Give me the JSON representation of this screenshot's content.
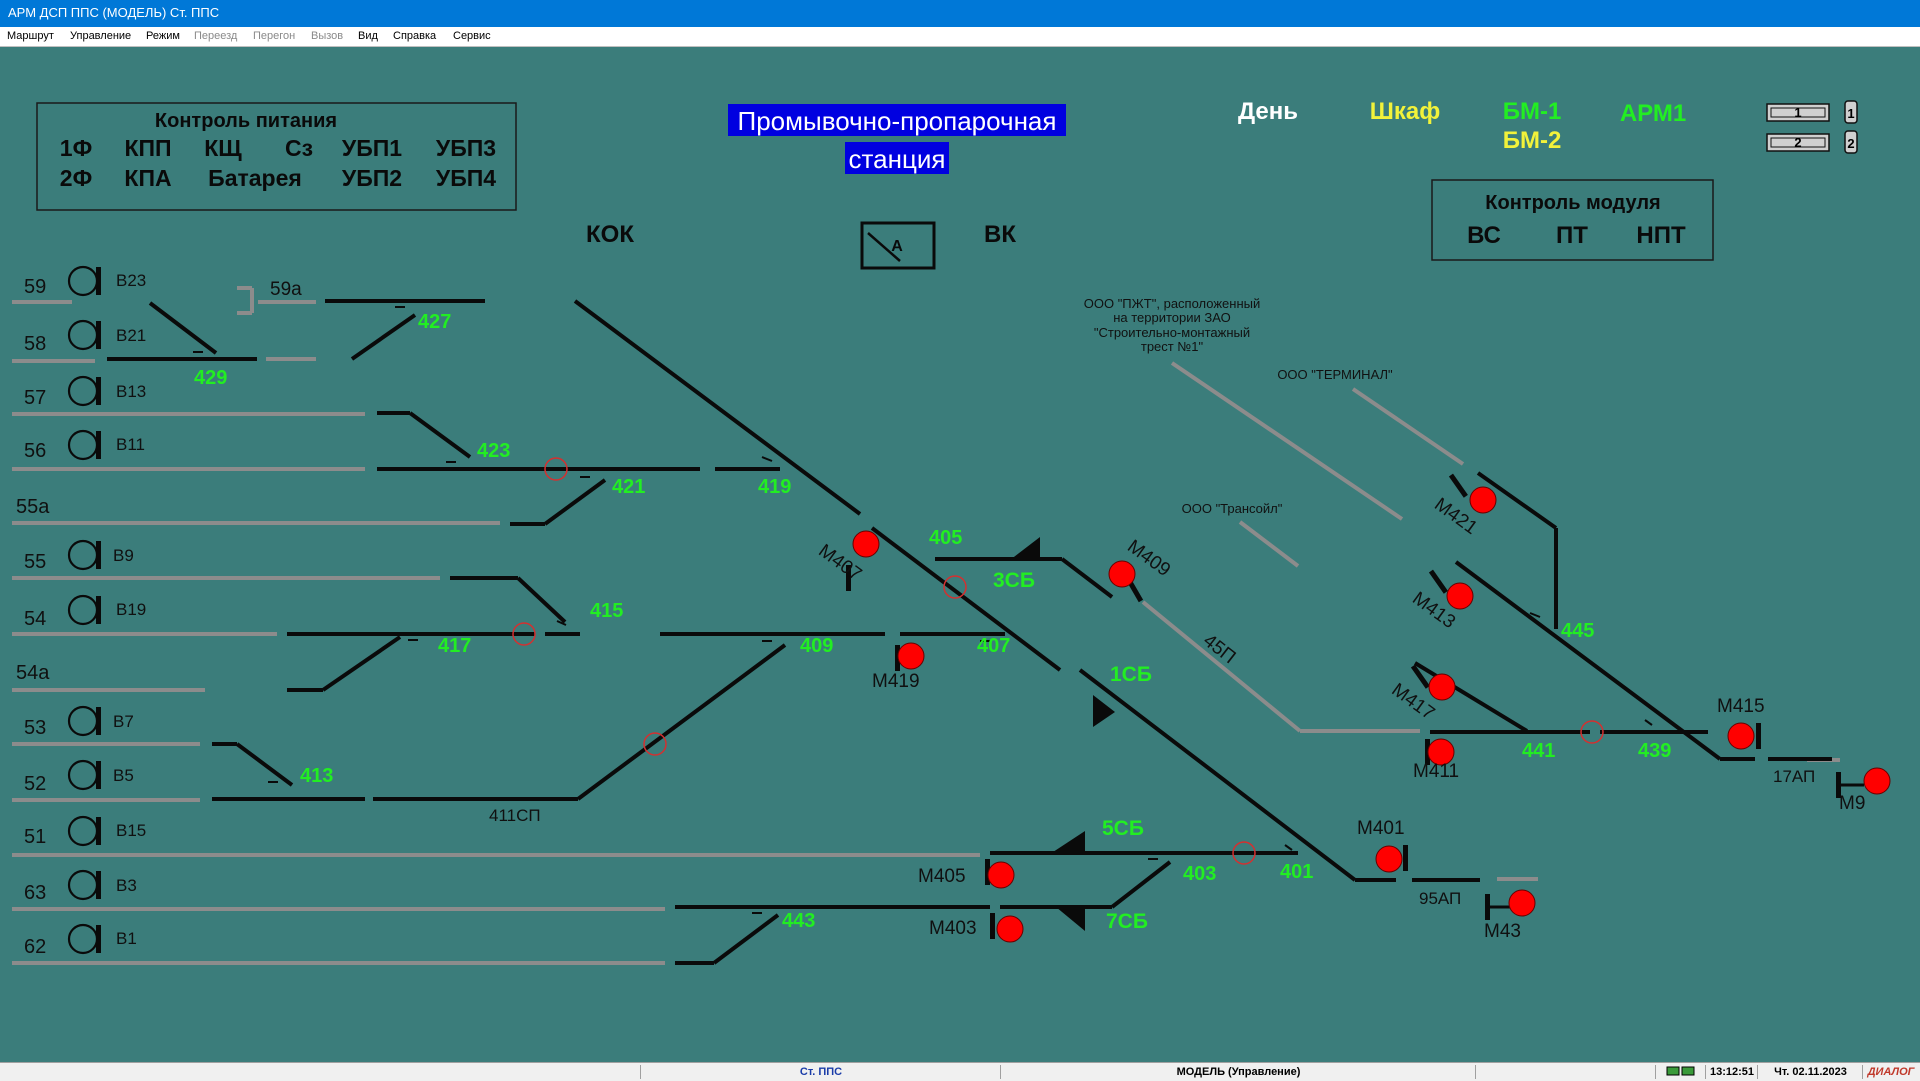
{
  "window": {
    "title": "АРМ ДСП ППС (МОДЕЛЬ) Ст. ППС"
  },
  "menu": [
    {
      "label": "Маршрут",
      "enabled": true
    },
    {
      "label": "Управление",
      "enabled": true
    },
    {
      "label": "Режим",
      "enabled": true
    },
    {
      "label": "Переезд",
      "enabled": false
    },
    {
      "label": "Перегон",
      "enabled": false
    },
    {
      "label": "Вызов",
      "enabled": false
    },
    {
      "label": "Вид",
      "enabled": true
    },
    {
      "label": "Справка",
      "enabled": true
    },
    {
      "label": "Сервис",
      "enabled": true
    }
  ],
  "colors": {
    "background": "#3b7d7b",
    "track_black": "#0a0a0a",
    "track_gray": "#8c8c8c",
    "label_green": "#22ee22",
    "label_yellow": "#f2f23a",
    "signal_red": "#ff0000",
    "title_bg": "#0000e0"
  },
  "power_panel": {
    "title": "Контроль питания",
    "row1": [
      "1Ф",
      "КПП",
      "КЩ",
      "Сз",
      "УБП1",
      "УБП3"
    ],
    "row2": [
      "2Ф",
      "КПА",
      "Батарея",
      "УБП2",
      "УБП4"
    ]
  },
  "station": {
    "line1": "Промывочно-пропарочная",
    "line2": "станция"
  },
  "status": {
    "day": "День",
    "cabinet": "Шкаф",
    "bm1": "БМ-1",
    "bm2": "БМ-2",
    "arm1": "АРМ1",
    "kok": "КОК",
    "vk": "ВК"
  },
  "arm_indicators": [
    {
      "num": "1",
      "icon": "computer-1-icon"
    },
    {
      "num": "2",
      "icon": "computer-2-icon"
    }
  ],
  "module_panel": {
    "title": "Контроль модуля",
    "items": [
      "ВС",
      "ПТ",
      "НПТ"
    ]
  },
  "ammeter": {
    "label": "A"
  },
  "tracks": [
    {
      "num": "59",
      "sig": "В23"
    },
    {
      "num": "58",
      "sig": "В21"
    },
    {
      "num": "57",
      "sig": "В13"
    },
    {
      "num": "56",
      "sig": "В11"
    },
    {
      "num": "55а",
      "sig": ""
    },
    {
      "num": "55",
      "sig": "В9"
    },
    {
      "num": "54",
      "sig": "В19"
    },
    {
      "num": "54а",
      "sig": ""
    },
    {
      "num": "53",
      "sig": "В7"
    },
    {
      "num": "52",
      "sig": "В5"
    },
    {
      "num": "51",
      "sig": "В15"
    },
    {
      "num": "63",
      "sig": "В3"
    },
    {
      "num": "62",
      "sig": "В1"
    }
  ],
  "switch_labels": [
    "427",
    "429",
    "423",
    "421",
    "419",
    "405",
    "415",
    "417",
    "409",
    "407",
    "413",
    "403",
    "401",
    "443",
    "445",
    "441",
    "439"
  ],
  "section_labels_green": [
    "3СБ",
    "1СБ",
    "5СБ",
    "7СБ"
  ],
  "section_labels": [
    "59а",
    "411СП",
    "45П",
    "17АП",
    "95АП"
  ],
  "signal_labels": [
    "М407",
    "М409",
    "М419",
    "М421",
    "М413",
    "М417",
    "М411",
    "М415",
    "М9",
    "М401",
    "М405",
    "М403",
    "М43"
  ],
  "annotations": {
    "pzht": [
      "ООО \"ПЖТ\", расположенный",
      "на территории ЗАО",
      "\"Строительно-монтажный",
      "трест №1\""
    ],
    "terminal": "ООО \"ТЕРМИНАЛ\"",
    "transoil": "ООО \"Трансойл\""
  },
  "statusbar": {
    "station": "Ст. ППС",
    "mode": "МОДЕЛЬ (Управление)",
    "time": "13:12:51",
    "date": "Чт. 02.11.2023",
    "brand": "ДИАЛОГ"
  }
}
